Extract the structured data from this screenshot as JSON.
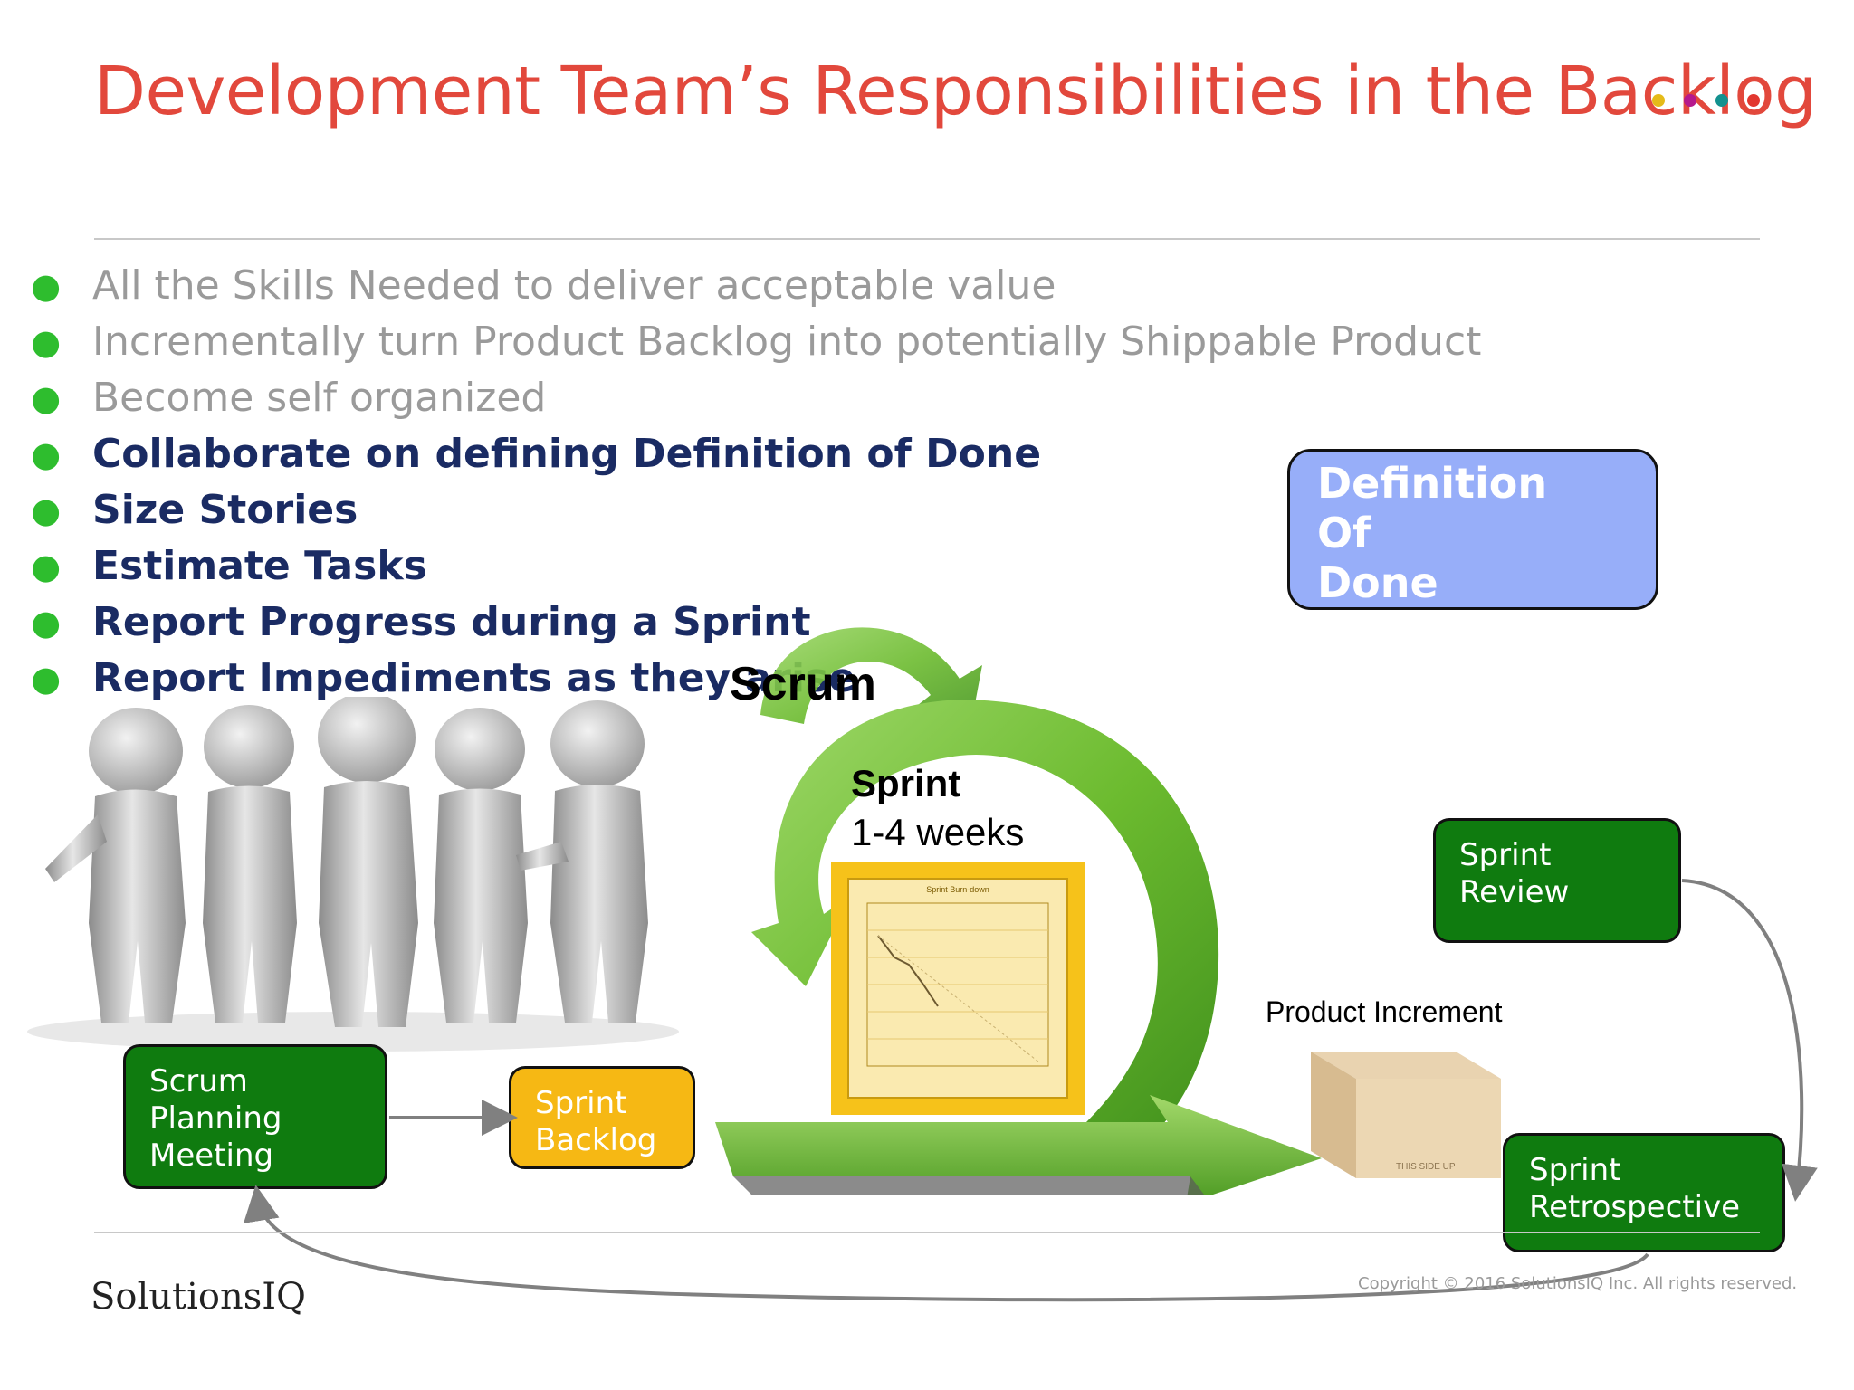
{
  "header": {
    "title": "Development Team’s  Responsibilities in the Backlog",
    "dot_colors": [
      "#e5bb19",
      "#b5198c",
      "#13918f",
      "#e2372f"
    ]
  },
  "bullets": [
    {
      "text": "All the Skills Needed to deliver acceptable value",
      "style": "light"
    },
    {
      "text": "Incrementally turn Product Backlog into potentially Shippable Product",
      "style": "light"
    },
    {
      "text": "Become self organized",
      "style": "light"
    },
    {
      "text": "Collaborate on defining Definition of Done",
      "style": "dark"
    },
    {
      "text": "Size Stories",
      "style": "dark"
    },
    {
      "text": "Estimate Tasks",
      "style": "dark"
    },
    {
      "text": "Report Progress during a Sprint",
      "style": "dark"
    },
    {
      "text": "Report Impediments as they arise",
      "style": "dark"
    }
  ],
  "definition_of_done": "Definition\nOf\nDone",
  "scrum_label": "Scrum",
  "sprint": {
    "title": "Sprint",
    "duration": "1-4 weeks"
  },
  "burndown_title": "Sprint Burn-down",
  "boxes": {
    "planning": "Scrum\nPlanning\nMeeting",
    "backlog": "Sprint\nBacklog",
    "review": "Sprint\nReview",
    "retrospective": "Sprint\nRetrospective"
  },
  "product_increment": "Product Increment",
  "box_stamp": "THIS SIDE UP",
  "footer": {
    "logo": "SolutionsIQ",
    "copyright": "Copyright © 2016 SolutionsIQ Inc. All rights reserved."
  },
  "colors": {
    "title": "#e2483c",
    "bullet": "#2ebd2e",
    "dark_text": "#1a2b63",
    "light_text": "#9a9a9a",
    "green_box": "#0f7b0f",
    "yellow_box": "#f6b814",
    "dod_box": "#97aef9"
  }
}
